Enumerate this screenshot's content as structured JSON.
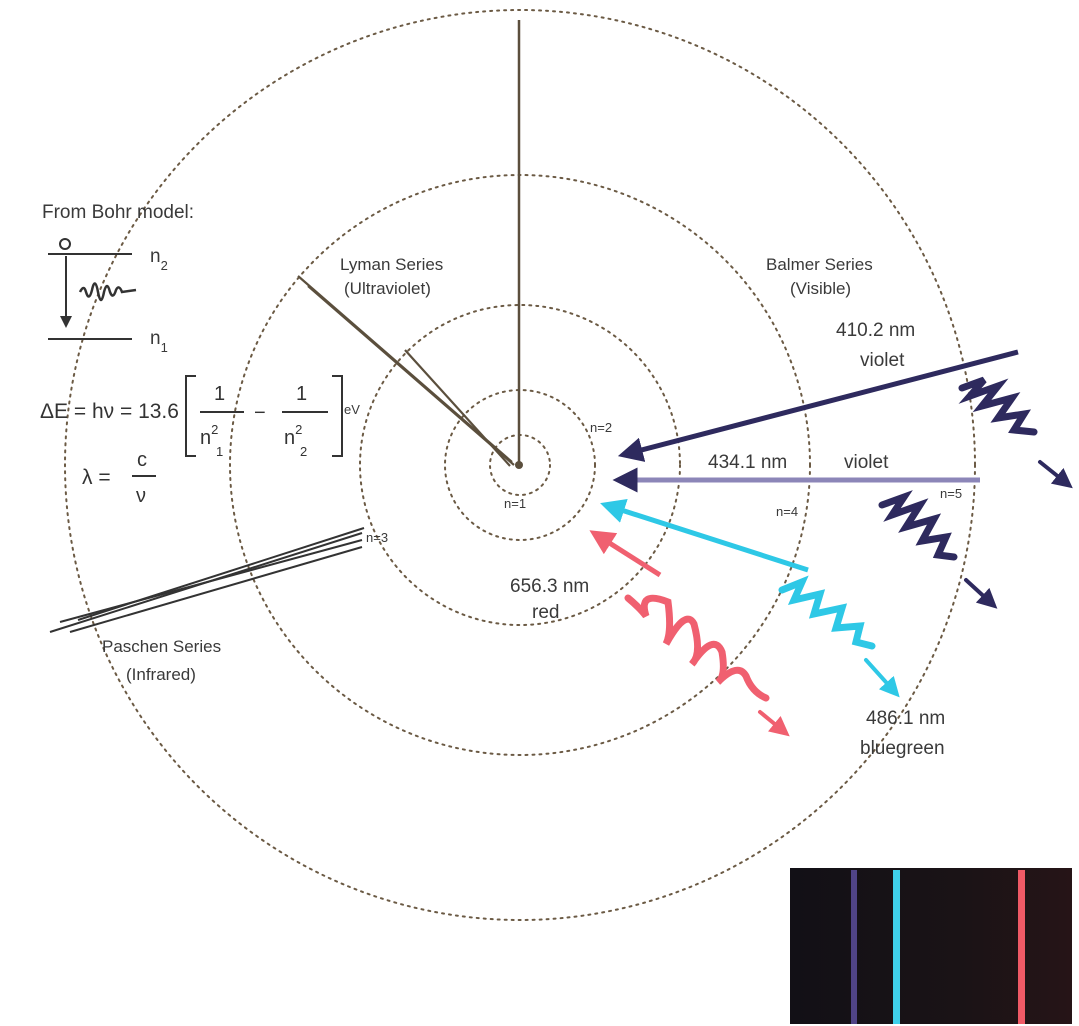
{
  "bohr_model": {
    "title": "From Bohr model:",
    "level_upper": "n",
    "level_upper_sub": "2",
    "level_lower": "n",
    "level_lower_sub": "1",
    "energy_lhs": "ΔE = hν = 13.6",
    "frac_num": "1",
    "frac1_den": "n",
    "frac1_sup": "2",
    "frac1_sub": "1",
    "minus": "−",
    "frac2_den": "n",
    "frac2_sup": "2",
    "frac2_sub": "2",
    "unit": "eV",
    "lambda_lhs": "λ =",
    "lambda_num": "c",
    "lambda_den": "ν"
  },
  "series": {
    "lyman_name": "Lyman Series",
    "lyman_region": "(Ultraviolet)",
    "balmer_name": "Balmer Series",
    "balmer_region": "(Visible)",
    "paschen_name": "Paschen Series",
    "paschen_region": "(Infrared)"
  },
  "levels": {
    "n1": "n=1",
    "n2": "n=2",
    "n3": "n=3",
    "n4": "n=4",
    "n5": "n=5"
  },
  "lines": {
    "l410_wl": "410.2 nm",
    "l410_color": "violet",
    "l434_wl": "434.1 nm",
    "l434_color": "violet",
    "l486_wl": "486.1 nm",
    "l486_color": "bluegreen",
    "l656_wl": "656.3 nm",
    "l656_color": "red"
  },
  "colors": {
    "violet": "#2e2a5e",
    "violet_light": "#8c86b8",
    "bluegreen": "#2ec8e6",
    "red": "#f06070",
    "orbit": "#6b5a44",
    "spectrum_bg": "#16121a"
  }
}
